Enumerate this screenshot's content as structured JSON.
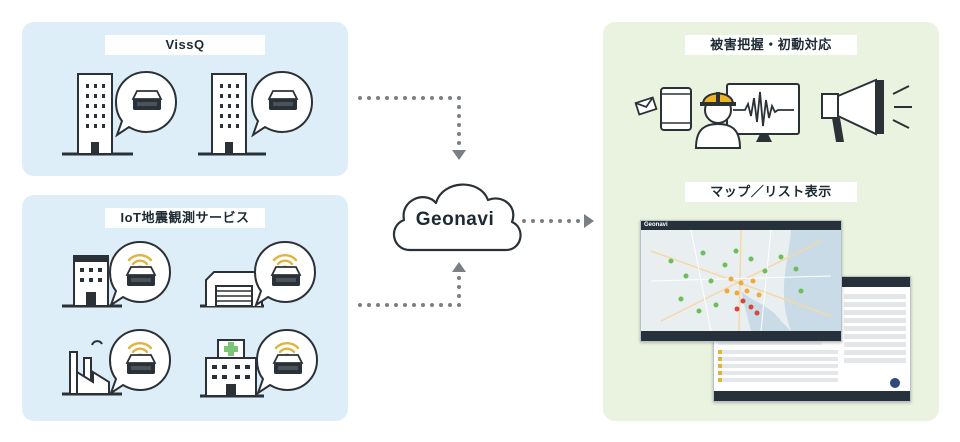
{
  "panels": {
    "vissq": {
      "label": "VissQ"
    },
    "iot": {
      "label": "IoT地震観測サービス"
    },
    "response": {
      "label": "被害把握・初動対応"
    },
    "maplist": {
      "label": "マップ／リスト表示"
    }
  },
  "cloud": {
    "label": "Geonavi"
  },
  "screens": {
    "map_logo": "Geonavi"
  },
  "colors": {
    "blue_panel": "#deeef9",
    "green_panel": "#eaf3df",
    "arrow": "#7a7f84",
    "outline": "#2b3237",
    "wifi_accent": "#e2b33c",
    "helmet": "#f0b429",
    "cross": "#7cc576"
  },
  "icons": [
    "building-icon",
    "sensor-device-icon",
    "wifi-icon",
    "warehouse-icon",
    "factory-icon",
    "hospital-icon",
    "cloud-icon",
    "mail-icon",
    "tablet-icon",
    "worker-icon",
    "monitor-icon",
    "seismograph-icon",
    "megaphone-icon",
    "map-screenshot",
    "list-screenshot"
  ]
}
